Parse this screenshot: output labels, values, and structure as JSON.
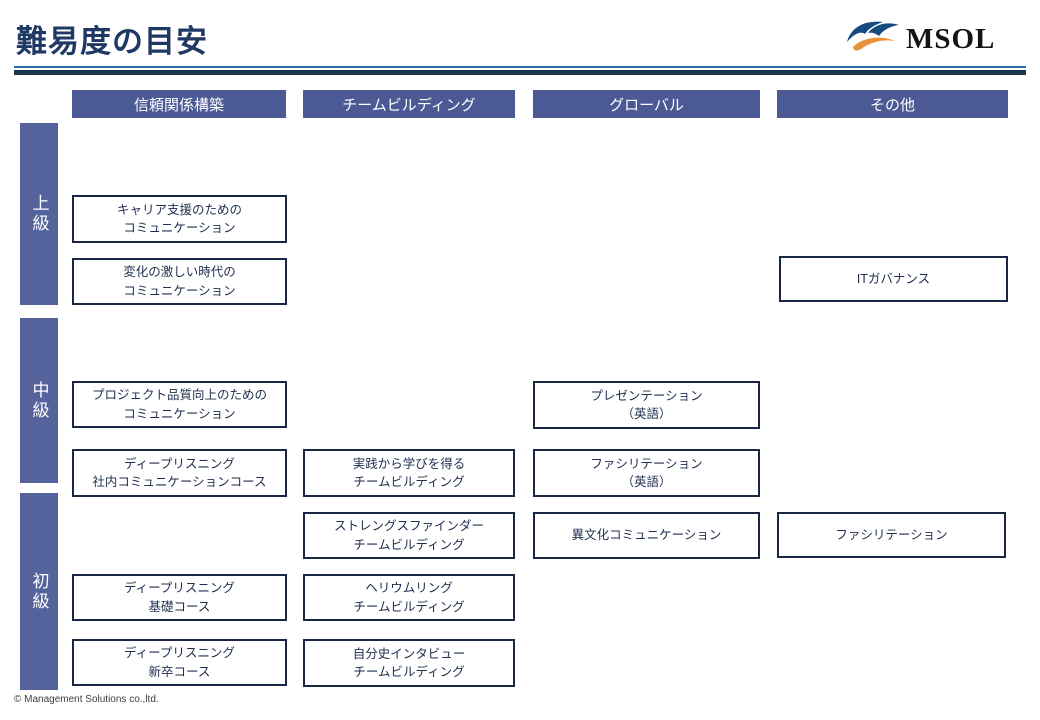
{
  "page": {
    "title": "難易度の目安",
    "footer": "© Management Solutions co.,ltd."
  },
  "logo": {
    "text": "MSOL",
    "icon": "wave-swoosh",
    "blue": "#174a80",
    "orange": "#e8923a"
  },
  "columns": [
    {
      "label": "信頼関係構築"
    },
    {
      "label": "チームビルディング"
    },
    {
      "label": "グローバル"
    },
    {
      "label": "その他"
    }
  ],
  "levels": [
    {
      "label": "上級"
    },
    {
      "label": "中級"
    },
    {
      "label": "初級"
    }
  ],
  "courses": [
    {
      "column": "信頼関係構築",
      "level": "上級",
      "text": "キャリア支援のための\nコミュニケーション"
    },
    {
      "column": "信頼関係構築",
      "level": "上級",
      "text": "変化の激しい時代の\nコミュニケーション"
    },
    {
      "column": "信頼関係構築",
      "level": "中級",
      "text": "プロジェクト品質向上のための\nコミュニケーション"
    },
    {
      "column": "信頼関係構築",
      "level": "中級",
      "text": "ディープリスニング\n社内コミュニケーションコース"
    },
    {
      "column": "信頼関係構築",
      "level": "初級",
      "text": "ディープリスニング\n基礎コース"
    },
    {
      "column": "信頼関係構築",
      "level": "初級",
      "text": "ディープリスニング\n新卒コース"
    },
    {
      "column": "チームビルディング",
      "level": "中級",
      "text": "実践から学びを得る\nチームビルディング"
    },
    {
      "column": "チームビルディング",
      "level": "初級",
      "text": "ストレングスファインダー\nチームビルディング"
    },
    {
      "column": "チームビルディング",
      "level": "初級",
      "text": "ヘリウムリング\nチームビルディング"
    },
    {
      "column": "チームビルディング",
      "level": "初級",
      "text": "自分史インタビュー\nチームビルディング"
    },
    {
      "column": "グローバル",
      "level": "中級",
      "text": "プレゼンテーション\n（英語）"
    },
    {
      "column": "グローバル",
      "level": "中級",
      "text": "ファシリテーション\n（英語）"
    },
    {
      "column": "グローバル",
      "level": "初級",
      "text": "異文化コミュニケーション"
    },
    {
      "column": "その他",
      "level": "上級",
      "text": "ITガバナンス"
    },
    {
      "column": "その他",
      "level": "初級",
      "text": "ファシリテーション"
    }
  ],
  "colors": {
    "header_bar": "#4b5a95",
    "level_band": "#55639c",
    "box_border": "#1a2744",
    "box_text": "#1f2e4e",
    "title": "#1f3864",
    "divider_thin": "#2e6da4",
    "divider_thick": "#1d3750"
  }
}
